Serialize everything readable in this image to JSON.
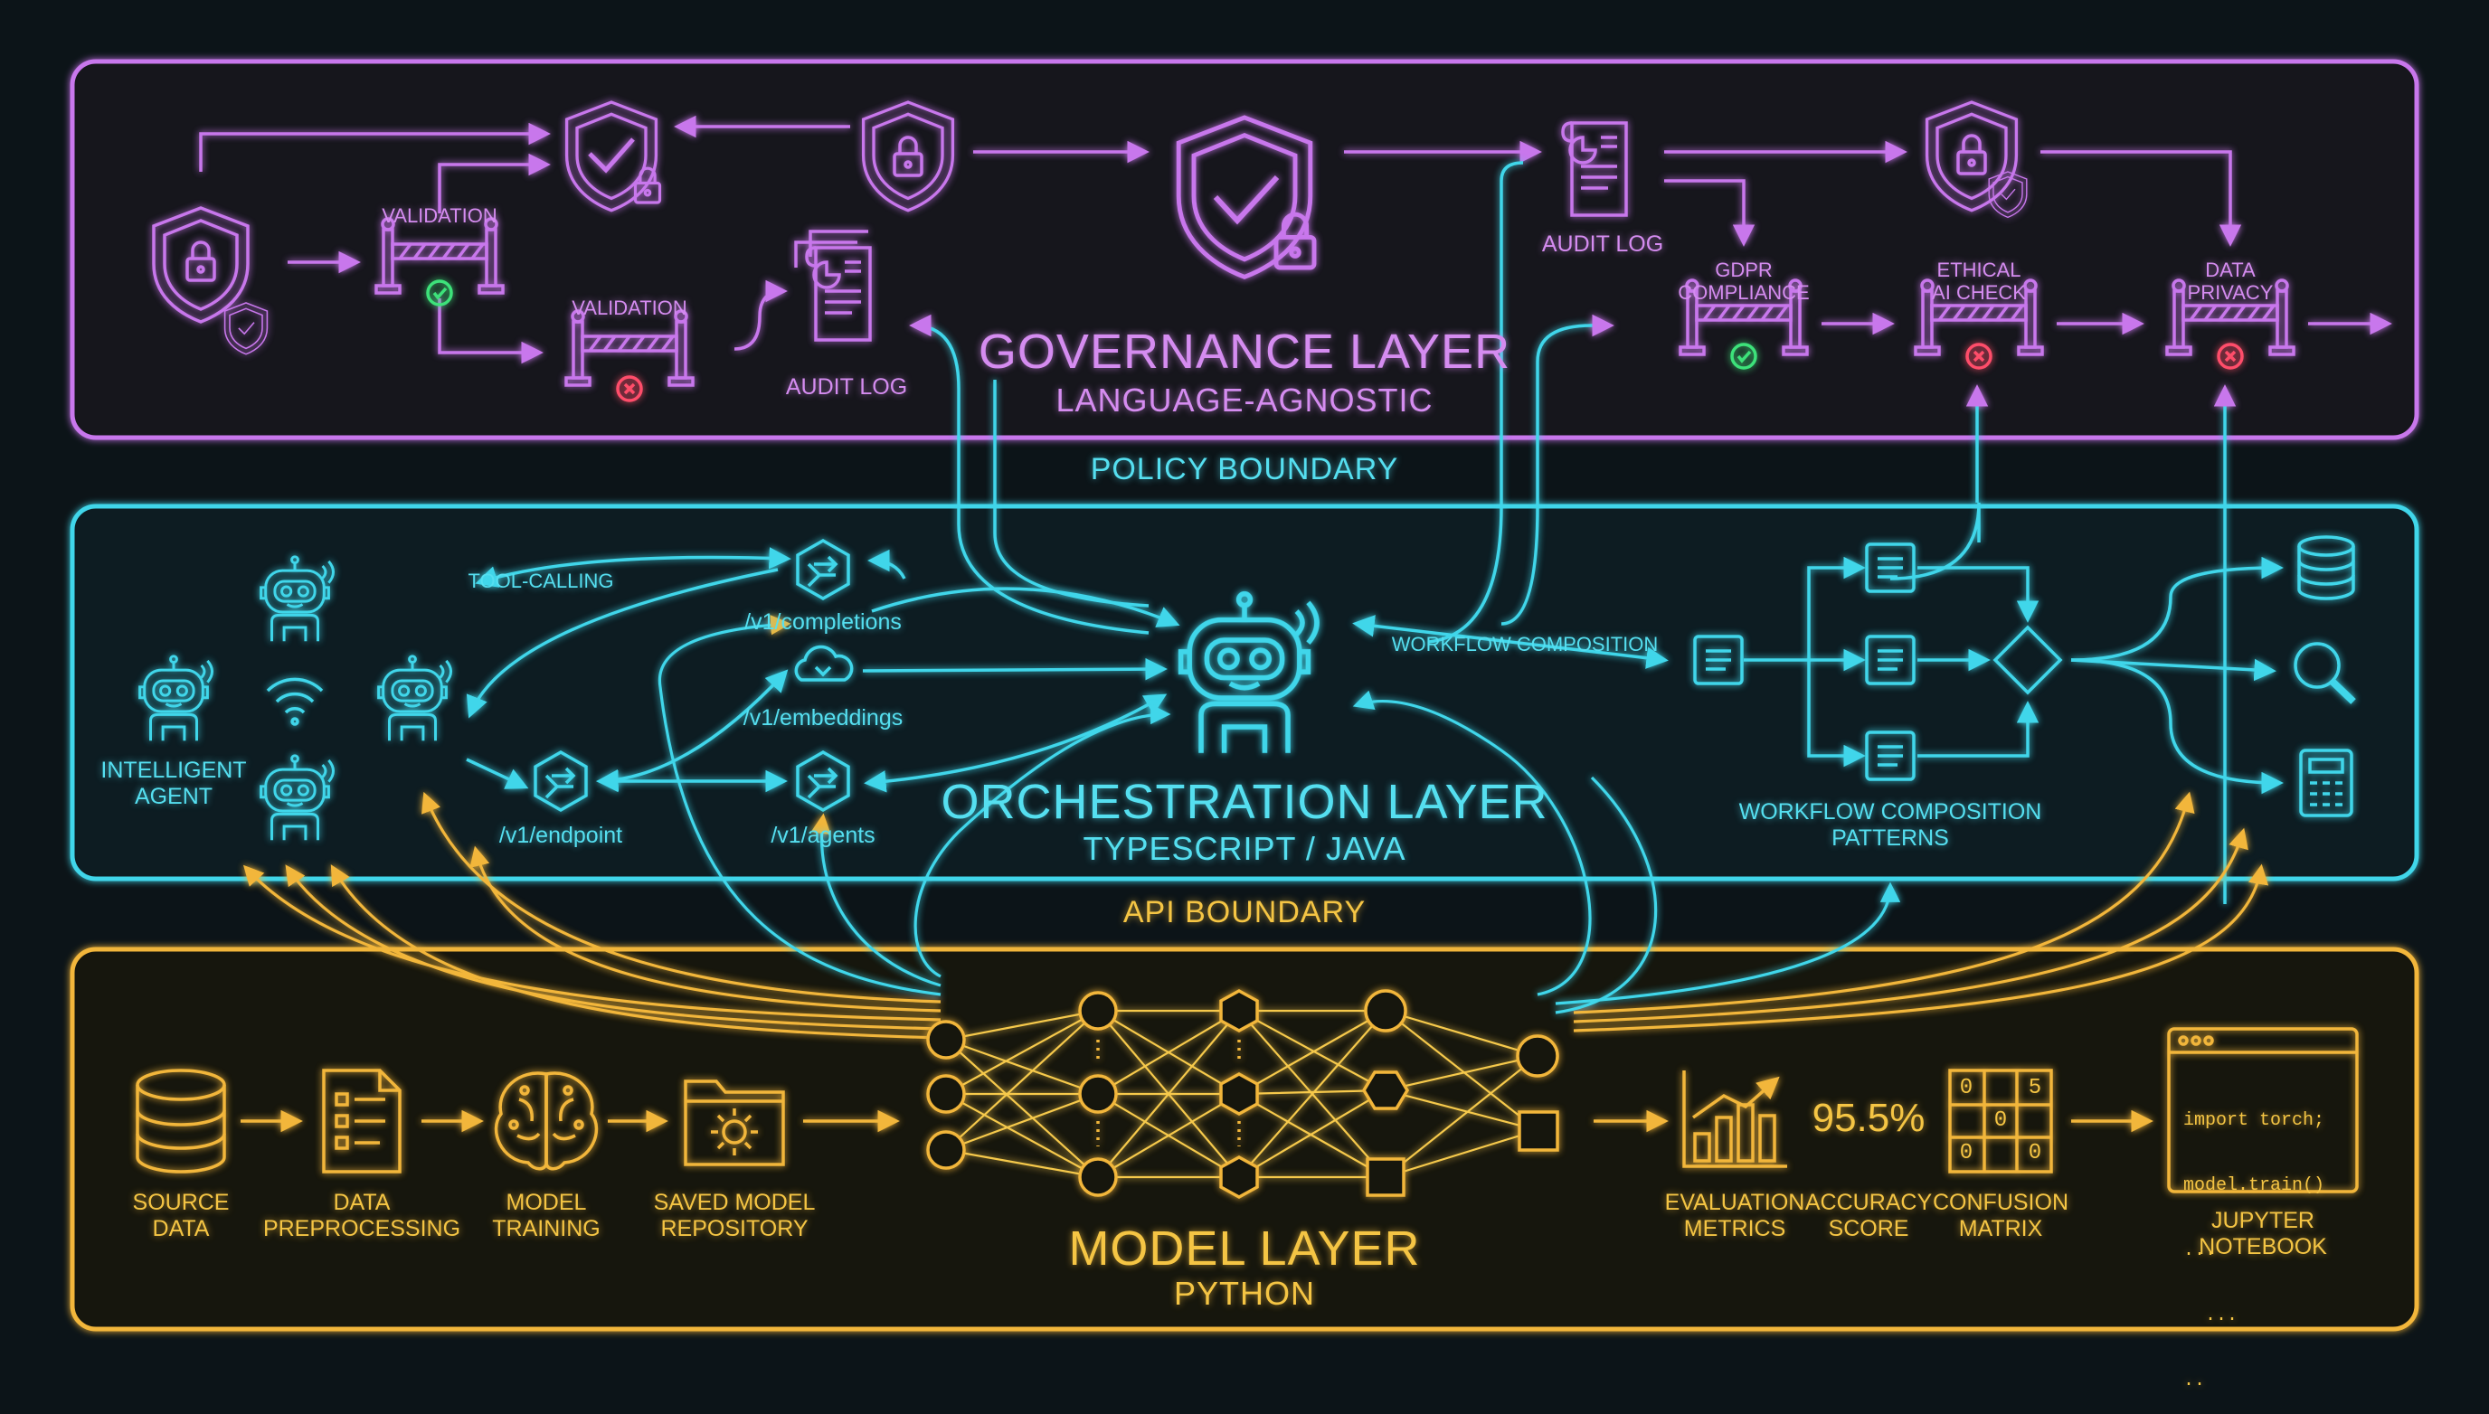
{
  "colors": {
    "background": "#0c1418",
    "governance": "#c877ec",
    "orchestration": "#3fd6ea",
    "model": "#f2b63a",
    "ok": "#3de27a",
    "fail": "#ff4d6a"
  },
  "governance": {
    "title": "GOVERNANCE LAYER",
    "subtitle": "LANGUAGE-AGNOSTIC",
    "validation_1": "VALIDATION",
    "validation_2": "VALIDATION",
    "audit_log_left": "AUDIT LOG",
    "audit_log_right": "AUDIT LOG",
    "checks": [
      {
        "line1": "GDPR",
        "line2": "COMPLIANCE",
        "status": "pass"
      },
      {
        "line1": "ETHICAL",
        "line2": "AI CHECK",
        "status": "fail"
      },
      {
        "line1": "DATA",
        "line2": "PRIVACY",
        "status": "fail"
      }
    ],
    "icons": [
      "shield-lock-icon",
      "shield-check-icon",
      "document-scroll-icon",
      "validation-gate-icon"
    ]
  },
  "policy_boundary": "POLICY BOUNDARY",
  "orchestration": {
    "title": "ORCHESTRATION LAYER",
    "subtitle": "TYPESCRIPT / JAVA",
    "intelligent_agent_line1": "INTELLIGENT",
    "intelligent_agent_line2": "AGENT",
    "tool_calling": "TOOL-CALLING",
    "endpoints": {
      "completions": "/v1/completions",
      "embeddings": "/v1/embeddings",
      "endpoint": "/v1/endpoint",
      "agents": "/v1/agents"
    },
    "workflow_composition": "WORKFLOW COMPOSITION",
    "workflow_patterns_line1": "WORKFLOW COMPOSITION",
    "workflow_patterns_line2": "PATTERNS",
    "icons": [
      "robot-icon",
      "wifi-icon",
      "endpoint-hex-icon",
      "document-icon",
      "decision-diamond-icon",
      "database-icon",
      "search-icon",
      "calculator-icon"
    ]
  },
  "api_boundary": "API BOUNDARY",
  "model": {
    "title": "MODEL LAYER",
    "subtitle": "PYTHON",
    "pipeline": [
      {
        "line1": "SOURCE",
        "line2": "DATA",
        "icon": "database-icon"
      },
      {
        "line1": "DATA",
        "line2": "PREPROCESSING",
        "icon": "document-list-icon"
      },
      {
        "line1": "MODEL",
        "line2": "TRAINING",
        "icon": "brain-icon"
      },
      {
        "line1": "SAVED MODEL",
        "line2": "REPOSITORY",
        "icon": "folder-gear-icon"
      }
    ],
    "evaluation_line1": "EVALUATION",
    "evaluation_line2": "METRICS",
    "accuracy_value": "95.5%",
    "accuracy_line1": "ACCURACY",
    "accuracy_line2": "SCORE",
    "confusion_line1": "CONFUSION",
    "confusion_line2": "MATRIX",
    "confusion_cells": [
      "0",
      "5",
      "0",
      "0",
      "0"
    ],
    "notebook_line1": "JUPYTER",
    "notebook_line2": "NOTEBOOK",
    "code_lines": [
      "import torch;",
      "model.train()",
      "...",
      "...",
      ".."
    ],
    "icons": [
      "neural-network-icon",
      "bar-chart-icon",
      "confusion-matrix-icon",
      "notebook-icon"
    ]
  }
}
